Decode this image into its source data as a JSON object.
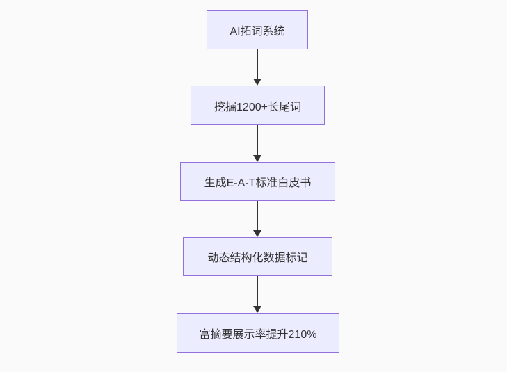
{
  "diagram": {
    "type": "flowchart",
    "direction": "top-down",
    "nodes": [
      {
        "id": "node-1",
        "label": "AI拓词系统"
      },
      {
        "id": "node-2",
        "label": "挖掘1200+长尾词"
      },
      {
        "id": "node-3",
        "label": "生成E-A-T标准白皮书"
      },
      {
        "id": "node-4",
        "label": "动态结构化数据标记"
      },
      {
        "id": "node-5",
        "label": "富摘要展示率提升210%"
      }
    ],
    "edges": [
      {
        "from": "node-1",
        "to": "node-2",
        "style": "arrow-down"
      },
      {
        "from": "node-2",
        "to": "node-3",
        "style": "arrow-down"
      },
      {
        "from": "node-3",
        "to": "node-4",
        "style": "arrow-down"
      },
      {
        "from": "node-4",
        "to": "node-5",
        "style": "arrow-down"
      }
    ],
    "colors": {
      "background": "#fafafa",
      "node_fill": "#ececff",
      "node_border": "#9370db",
      "node_text": "#333333",
      "arrow": "#333333"
    }
  }
}
